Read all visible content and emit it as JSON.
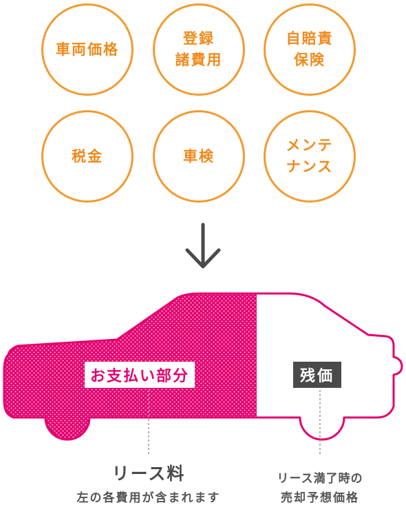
{
  "cost_items": [
    {
      "label": "車両価格"
    },
    {
      "label": "登録\n諸費用"
    },
    {
      "label": "自賠責\n保険"
    },
    {
      "label": "税金"
    },
    {
      "label": "車検"
    },
    {
      "label": "メンテ\nナンス"
    }
  ],
  "car": {
    "payment_label": "お支払い部分",
    "residual_label": "残価"
  },
  "captions": {
    "lease_fee_title": "リース料",
    "lease_fee_note": "左の各費用が含まれます",
    "residual_line1": "リース満了時の",
    "residual_line2": "売却予想価格"
  },
  "colors": {
    "circle_border": "#f29b30",
    "circle_text": "#f08a1c",
    "accent_pink": "#e4006f",
    "dark_label": "#4a4a4a",
    "arrow": "#4a4a4a"
  }
}
